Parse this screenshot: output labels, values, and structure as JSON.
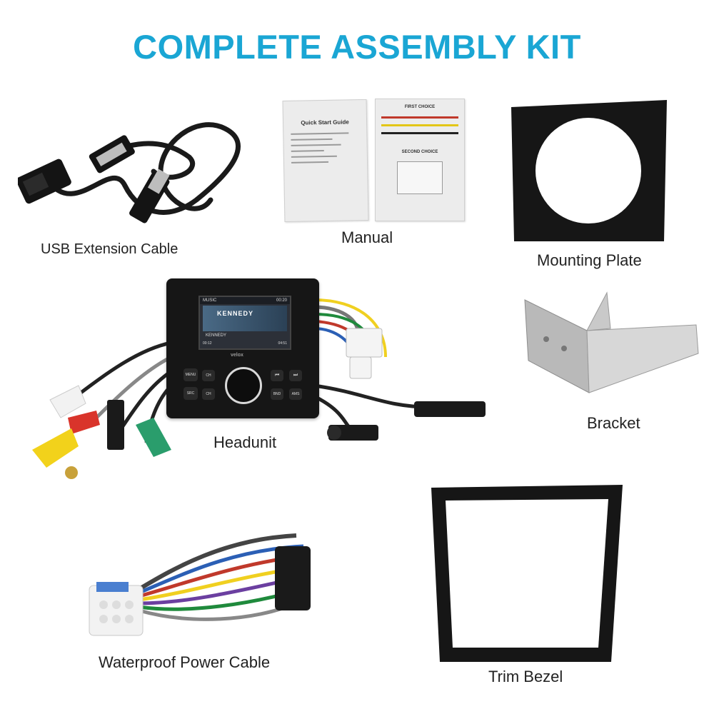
{
  "title": "COMPLETE ASSEMBLY KIT",
  "items": {
    "usb": "USB Extension Cable",
    "manual": "Manual",
    "mounting_plate": "Mounting Plate",
    "headunit": "Headunit",
    "bracket": "Bracket",
    "power_cable": "Waterproof Power Cable",
    "trim_bezel": "Trim Bezel"
  },
  "manual_pages": {
    "left_heading": "Quick Start Guide",
    "right_heading": "FIRST CHOICE",
    "right_sub": "SECOND CHOICE"
  },
  "headunit_screen": {
    "tab": "MUSIC",
    "time": "00:20",
    "movie": "KENNEDY",
    "track": "KENNEDY",
    "elapsed": "00:12",
    "remaining": "04:51",
    "brand": "velox",
    "buttons": [
      "MENU",
      "CH",
      "SRC",
      "CH",
      "BND",
      "AMS"
    ]
  },
  "colors": {
    "title": "#1aa6d4",
    "rca_white": "#f2f2f2",
    "rca_red": "#d9342b",
    "rca_yellow": "#f2d21b",
    "rca_green": "#2a9d6c"
  }
}
